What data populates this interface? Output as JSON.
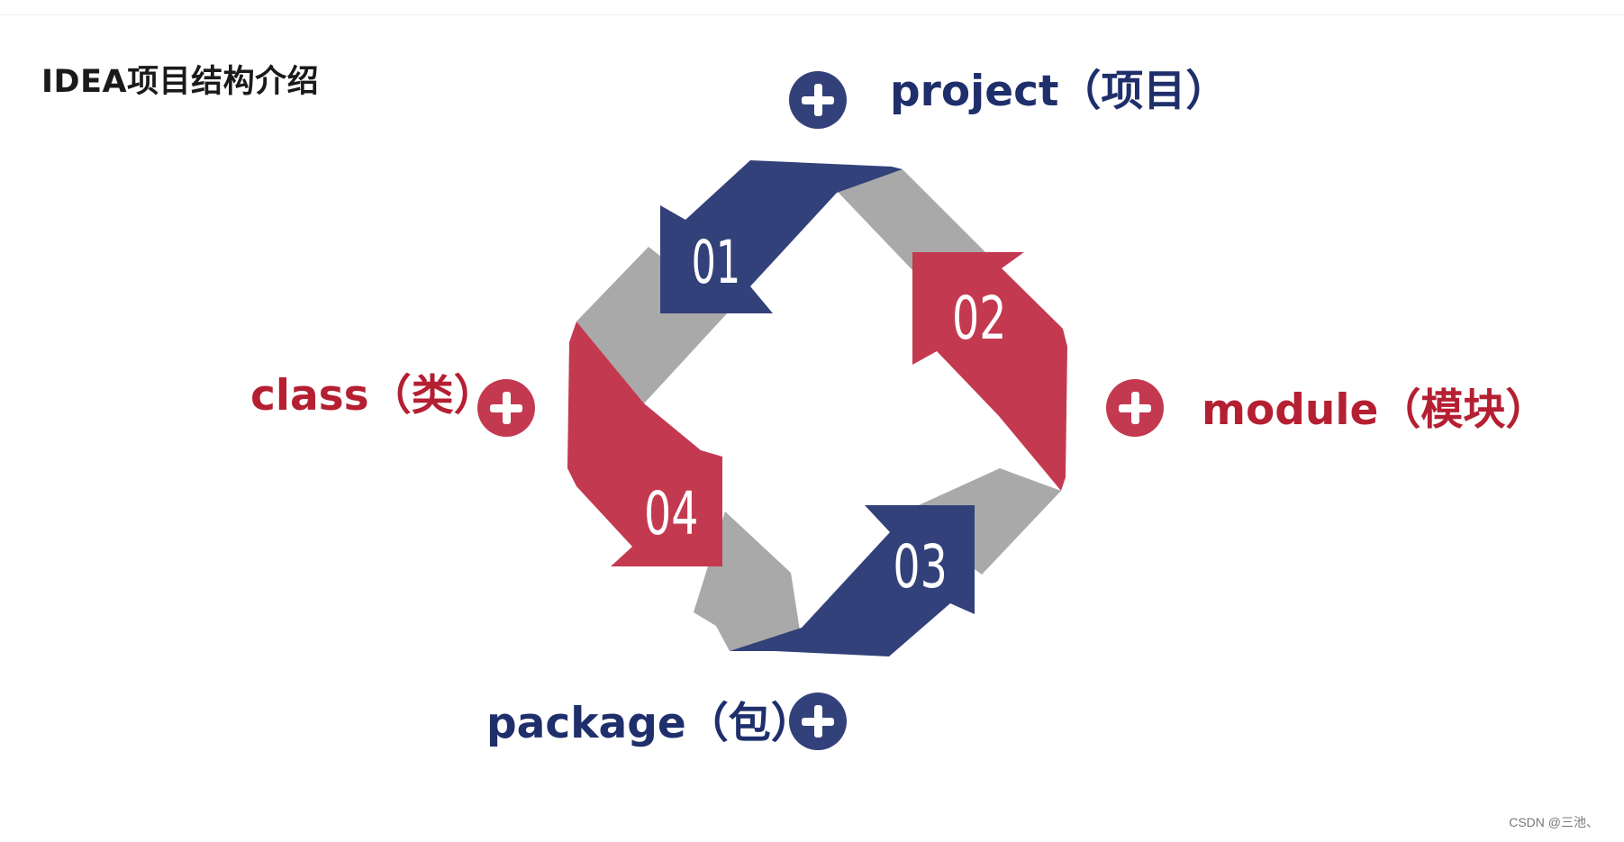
{
  "title": "IDEA项目结构介绍",
  "steps": [
    {
      "number": "01",
      "label": "project（项目）",
      "color": "#33417a"
    },
    {
      "number": "02",
      "label": "module（模块）",
      "color": "#c33a50"
    },
    {
      "number": "03",
      "label": "package（包）",
      "color": "#33417a"
    },
    {
      "number": "04",
      "label": "class（类）",
      "color": "#c33a50"
    }
  ],
  "colors": {
    "blue": "#33417a",
    "red": "#c33a50",
    "gray": "#a9a9a9",
    "label_blue": "#1f2f6b",
    "label_red": "#b51f32"
  },
  "icons": [
    "plus-circle-icon"
  ],
  "watermark": "CSDN @三池、"
}
